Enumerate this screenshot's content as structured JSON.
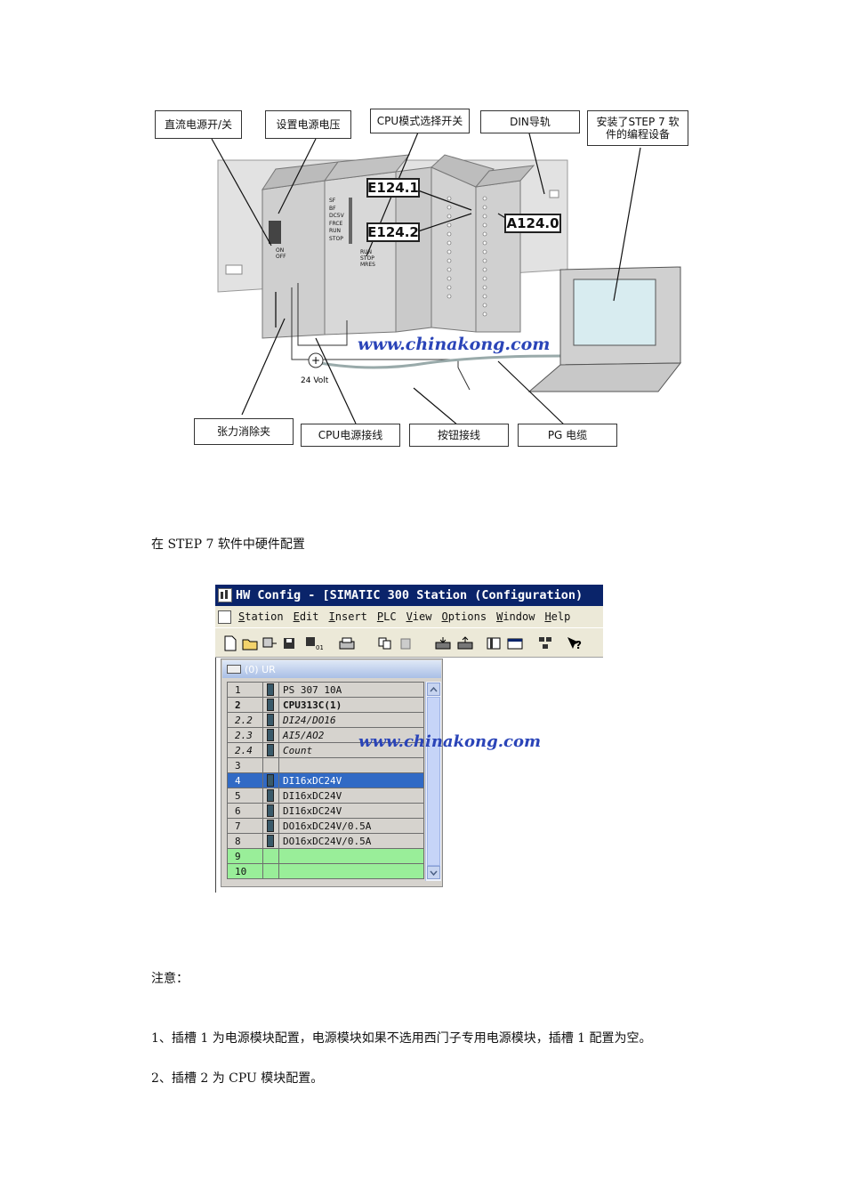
{
  "figure1": {
    "callouts": {
      "dc_switch": "直流电源开/关",
      "set_voltage": "设置电源电压",
      "mode_switch": "CPU模式选择开关",
      "din_rail": "DIN导轨",
      "pg_device": "安装了STEP 7 软件的编程设备",
      "strain_clamp": "张力消除夹",
      "cpu_power_wiring": "CPU电源接线",
      "button_wiring": "按钮接线",
      "pg_cable": "PG 电缆"
    },
    "addresses": {
      "e1241": "E124.1",
      "e1242": "E124.2",
      "a1240": "A124.0"
    },
    "psu_labels": {
      "on": "ON",
      "off": "OFF"
    },
    "cpu_leds": [
      "SF",
      "BF",
      "DC5V",
      "FRCE",
      "RUN",
      "STOP"
    ],
    "cpu_switch": [
      "RUN",
      "STOP",
      "MRES"
    ],
    "power_supply": "24 Volt",
    "watermark": "www.chinakong.com"
  },
  "caption": "在 STEP 7 软件中硬件配置",
  "hwconfig": {
    "title": "HW Config - [SIMATIC 300 Station (Configuration)",
    "menu": [
      "Station",
      "Edit",
      "Insert",
      "PLC",
      "View",
      "Options",
      "Window",
      "Help"
    ],
    "rack_title": "(0) UR",
    "watermark": "www.chinakong.com",
    "rows": [
      {
        "slot": "1",
        "module": "PS 307 10A"
      },
      {
        "slot": "2",
        "module": "CPU313C(1)"
      },
      {
        "slot": "2.2",
        "module": "DI24/DO16"
      },
      {
        "slot": "2.3",
        "module": "AI5/AO2"
      },
      {
        "slot": "2.4",
        "module": "Count"
      },
      {
        "slot": "3",
        "module": ""
      },
      {
        "slot": "4",
        "module": "DI16xDC24V"
      },
      {
        "slot": "5",
        "module": "DI16xDC24V"
      },
      {
        "slot": "6",
        "module": "DI16xDC24V"
      },
      {
        "slot": "7",
        "module": "DO16xDC24V/0.5A"
      },
      {
        "slot": "8",
        "module": "DO16xDC24V/0.5A"
      },
      {
        "slot": "9",
        "module": ""
      },
      {
        "slot": "10",
        "module": ""
      }
    ]
  },
  "notes": {
    "heading": "注意：",
    "items": [
      "1、插槽 1 为电源模块配置，电源模块如果不选用西门子专用电源模块，插槽 1 配置为空。",
      "2、插槽 2 为 CPU 模块配置。"
    ]
  }
}
